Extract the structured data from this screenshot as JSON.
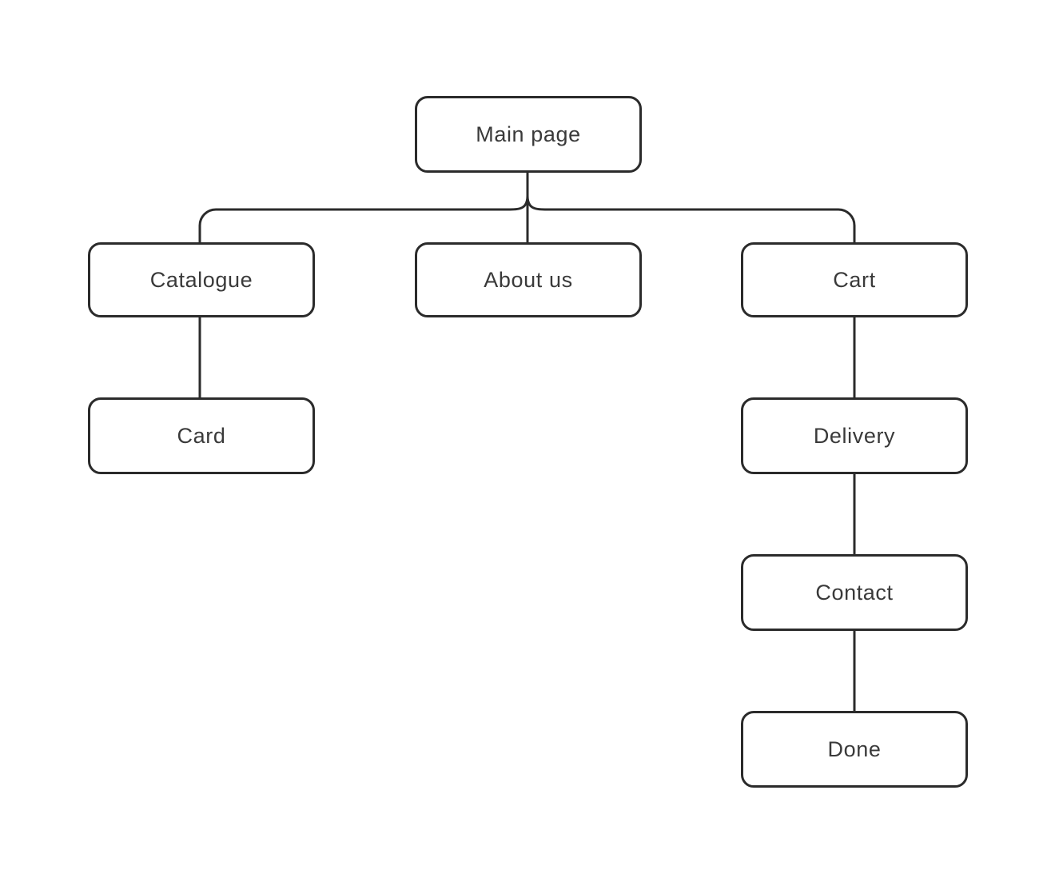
{
  "diagram": {
    "type": "sitemap-flowchart",
    "background_color": "#ffffff",
    "stroke_color": "#2b2b2b",
    "text_color": "#3a3a3a",
    "nodes": [
      {
        "id": "main-page",
        "label": "Main page"
      },
      {
        "id": "catalogue",
        "label": "Catalogue"
      },
      {
        "id": "about-us",
        "label": "About us"
      },
      {
        "id": "cart",
        "label": "Cart"
      },
      {
        "id": "card",
        "label": "Card"
      },
      {
        "id": "delivery",
        "label": "Delivery"
      },
      {
        "id": "contact",
        "label": "Contact"
      },
      {
        "id": "done",
        "label": "Done"
      }
    ],
    "edges": [
      {
        "from": "main-page",
        "to": "catalogue"
      },
      {
        "from": "main-page",
        "to": "about-us"
      },
      {
        "from": "main-page",
        "to": "cart"
      },
      {
        "from": "catalogue",
        "to": "card"
      },
      {
        "from": "cart",
        "to": "delivery"
      },
      {
        "from": "delivery",
        "to": "contact"
      },
      {
        "from": "contact",
        "to": "done"
      }
    ]
  }
}
